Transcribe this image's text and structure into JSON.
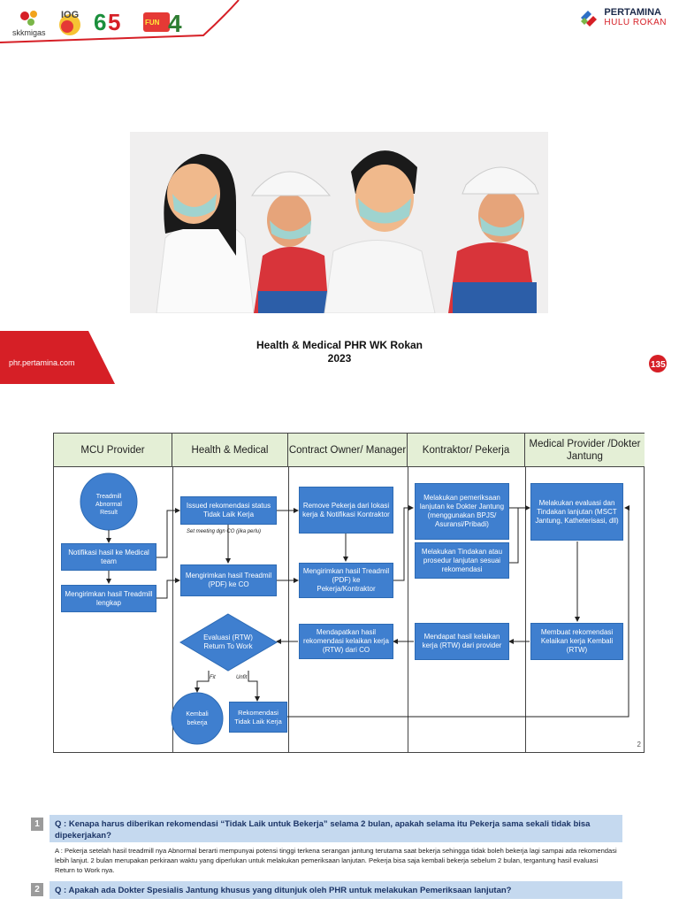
{
  "header": {
    "logos": [
      "skkmigas",
      "IOG 4.0",
      "65",
      "FUN TASTIC 4"
    ],
    "brand": "PERTAMINA",
    "brand_sub": "HULU ROKAN"
  },
  "cover": {
    "title_line1": "Health & Medical PHR WK Rokan",
    "title_line2": "2023",
    "url": "phr.pertamina.com",
    "badge": "135"
  },
  "flow": {
    "columns": [
      "MCU Provider",
      "Health & Medical",
      "Contract Owner/ Manager",
      "Kontraktor/ Pekerja",
      "Medical Provider /Dokter Jantung"
    ],
    "nodes": {
      "start": "Treadmill Abnormal Result",
      "notif": "Notifikasi hasil ke Medical team",
      "send_full": "Mengirimkan hasil Treadmill lengkap",
      "issue": "Issued rekomendasi status Tidak Laik Kerja",
      "meeting_note": "Set meeting dgn CO (jika perlu)",
      "send_pdf_co": "Mengirimkan hasil Treadmil (PDF) ke CO",
      "evaluasi": "Evaluasi (RTW) Return To Work",
      "fit": "Fit",
      "unfit": "Unfit",
      "kembali": "Kembali bekerja",
      "rekom_tidak": "Rekomendasi Tidak Laik Kerja",
      "remove": "Remove Pekerja dari lokasi kerja & Notifikasi Kontraktor",
      "send_pdf_pekerja": "Mengirimkan hasil Treadmil (PDF) ke Pekerja/Kontraktor",
      "dapat_rtw_co": "Mendapatkan hasil rekomendasi kelaikan kerja (RTW) dari CO",
      "lanjut": "Melakukan pemeriksaan lanjutan ke Dokter Jantung (menggunakan BPJS/ Asuransi/Pribadi)",
      "tindakan": "Melakukan Tindakan atau prosedur lanjutan sesuai rekomendasi",
      "dapat_rtw": "Mendapat hasil kelaikan kerja (RTW) dari provider",
      "evaluasi_md": "Melakukan evaluasi dan Tindakan lanjutan (MSCT Jantung, Katheterisasi, dll)",
      "rekom_kembali": "Membuat rekomendasi Kelaikan kerja Kembali (RTW)"
    },
    "page_number": "2"
  },
  "faq": [
    {
      "num": "1",
      "q": "Q : Kenapa harus diberikan rekomendasi “Tidak Laik untuk Bekerja” selama 2 bulan, apakah selama itu Pekerja sama sekali tidak bisa dipekerjakan?",
      "a": "A : Pekerja setelah hasil treadmill nya Abnormal berarti mempunyai potensi tinggi terkena serangan jantung terutama saat bekerja sehingga tidak boleh bekerja lagi sampai ada rekomendasi lebih lanjut. 2 bulan merupakan perkiraan waktu yang diperlukan untuk melakukan pemeriksaan lanjutan. Pekerja bisa saja kembali bekerja sebelum 2 bulan, tergantung hasil evaluasi Return to Work nya."
    },
    {
      "num": "2",
      "q": "Q : Apakah ada Dokter Spesialis Jantung khusus yang ditunjuk oleh PHR untuk melakukan Pemeriksaan lanjutan?",
      "a": ""
    }
  ],
  "colors": {
    "accent_red": "#d61f26",
    "box_blue": "#3f7fcf",
    "header_green": "#e4efd6",
    "faq_blue": "#c5d9ef"
  }
}
